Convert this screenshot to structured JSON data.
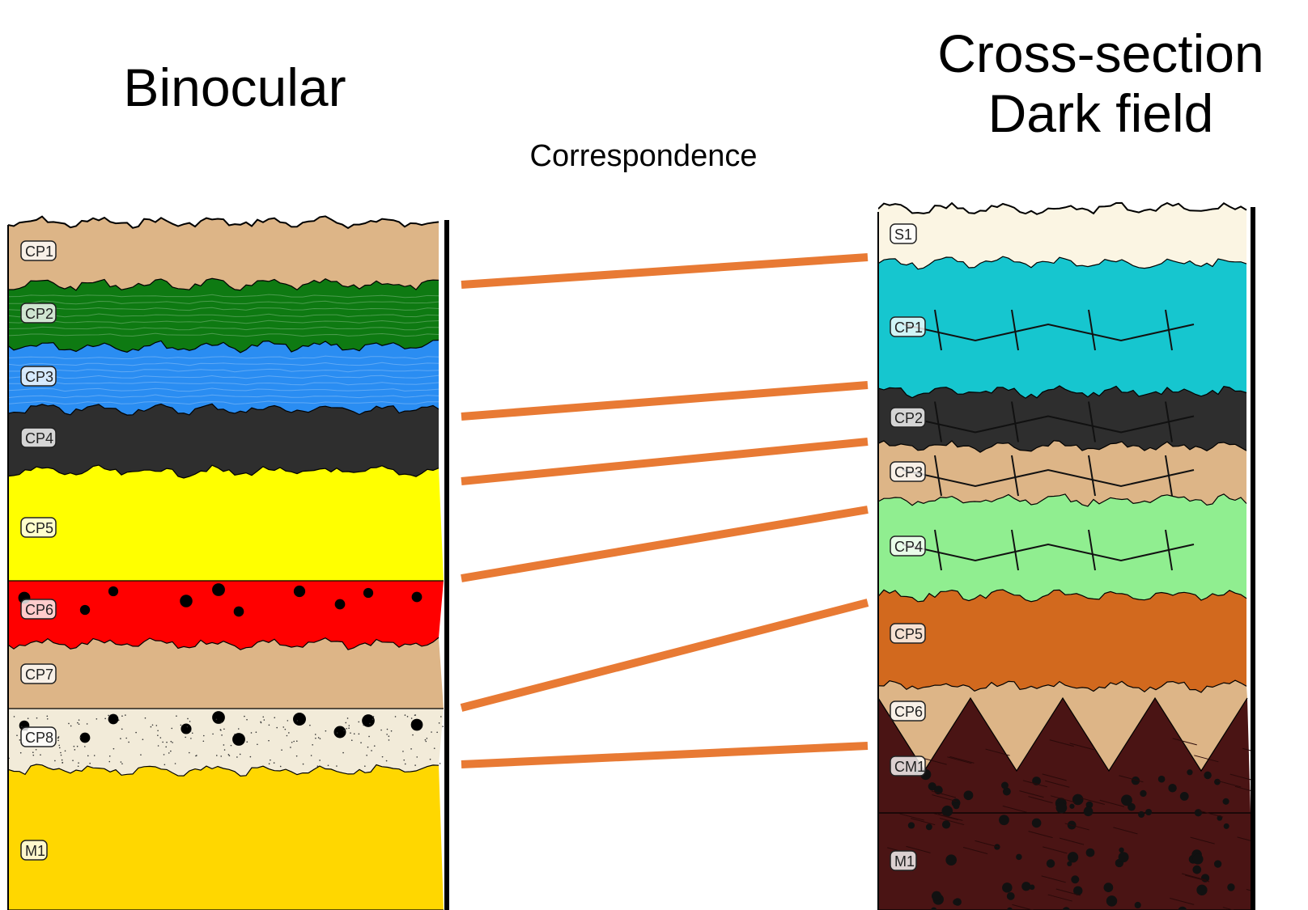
{
  "titles": {
    "left": "Binocular",
    "middle": "Correspondence",
    "right_line1": "Cross-section",
    "right_line2": "Dark field"
  },
  "colors": {
    "connector": "#E87A34",
    "outline": "#000000"
  },
  "binocular_layers": [
    {
      "label": "CP1",
      "color": "#DDB587",
      "pattern": "none"
    },
    {
      "label": "CP2",
      "color": "#0E7A12",
      "pattern": "lines"
    },
    {
      "label": "CP3",
      "color": "#2A8DF2",
      "pattern": "lines"
    },
    {
      "label": "CP4",
      "color": "#2E2E2E",
      "pattern": "none"
    },
    {
      "label": "CP5",
      "color": "#FFFF00",
      "pattern": "none"
    },
    {
      "label": "CP6",
      "color": "#FF0000",
      "pattern": "dots"
    },
    {
      "label": "CP7",
      "color": "#DDB587",
      "pattern": "none"
    },
    {
      "label": "CP8",
      "color": "#F2EBD9",
      "pattern": "dots"
    },
    {
      "label": "M1",
      "color": "#FFD700",
      "pattern": "none"
    }
  ],
  "cross_section_layers": [
    {
      "label": "S1",
      "color": "#FBF5E3",
      "pattern": "none"
    },
    {
      "label": "CP1",
      "color": "#16C6CF",
      "pattern": "cracks"
    },
    {
      "label": "CP2",
      "color": "#2E2E2E",
      "pattern": "cracks"
    },
    {
      "label": "CP3",
      "color": "#DDB587",
      "pattern": "cracks"
    },
    {
      "label": "CP4",
      "color": "#90EE90",
      "pattern": "cracks"
    },
    {
      "label": "CP5",
      "color": "#D2691E",
      "pattern": "none"
    },
    {
      "label": "CP6",
      "color": "#DDB587",
      "pattern": "none"
    },
    {
      "label": "CM1",
      "color": "#4A1414",
      "pattern": "texture"
    },
    {
      "label": "M1",
      "color": "#4A1414",
      "pattern": "texture"
    }
  ],
  "correspondences": [
    {
      "from": "CP1",
      "to": "S1"
    },
    {
      "from": "CP3",
      "to": "CP1"
    },
    {
      "from": "CP4",
      "to": "CP2"
    },
    {
      "from": "CP5",
      "to": "CP4"
    },
    {
      "from": "CP7",
      "to": "CP5"
    },
    {
      "from": "CP8",
      "to": "CM1"
    }
  ]
}
